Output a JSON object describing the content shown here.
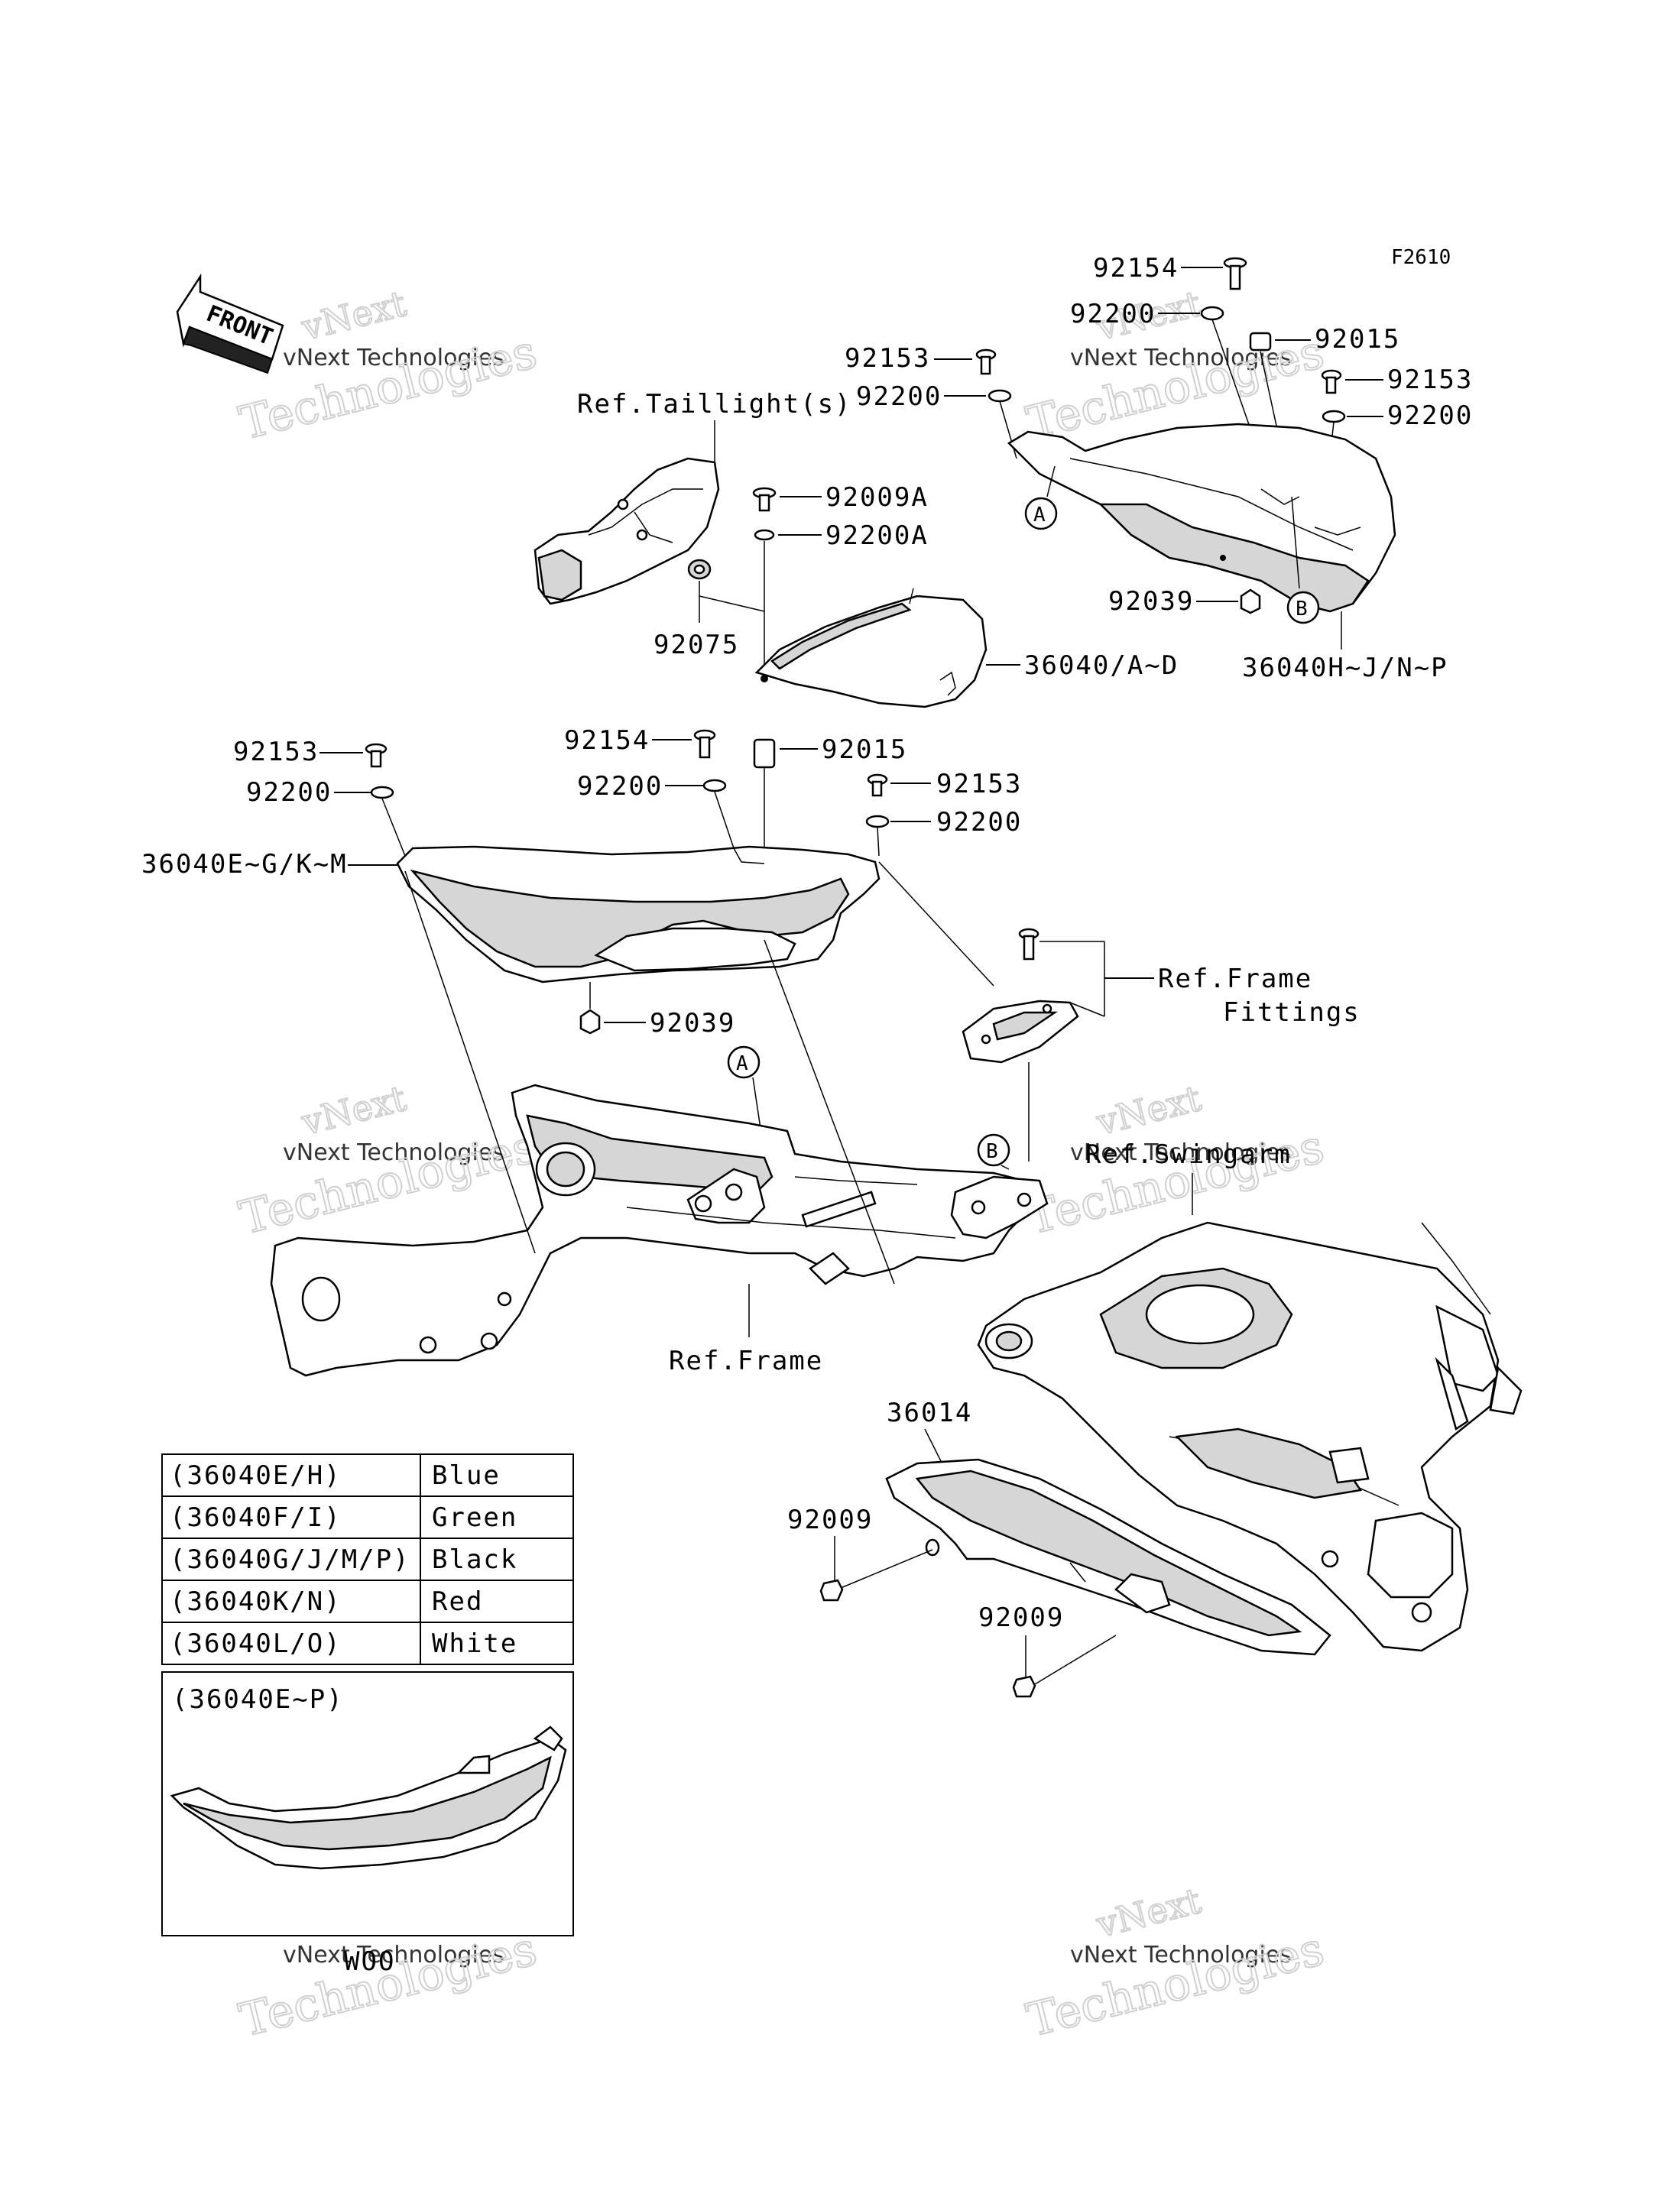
{
  "diagram": {
    "code": "F2610",
    "front_label": "FRONT",
    "callouts": {
      "a": "A",
      "b": "B"
    },
    "labels": {
      "p92154_top": "92154",
      "p92200_top": "92200",
      "p92015_top": "92015",
      "p92153_tl": "92153",
      "p92200_tl": "92200",
      "p92153_tr": "92153",
      "p92200_tr": "92200",
      "ref_taillight": "Ref.Taillight(s)",
      "p92009a": "92009A",
      "p92200a": "92200A",
      "p92075": "92075",
      "p36040ad": "36040/A~D",
      "p92039_r": "92039",
      "p36040hp": "36040H~J/N~P",
      "p92153_l": "92153",
      "p92200_l": "92200",
      "p92154_m": "92154",
      "p92015_m": "92015",
      "p92200_m": "92200",
      "p92153_m": "92153",
      "p92200_m2": "92200",
      "p36040em": "36040E~G/K~M",
      "ref_frame_fittings_1": "Ref.Frame",
      "ref_frame_fittings_2": "Fittings",
      "p92039_l": "92039",
      "ref_swingarm": "Ref.Swingarm",
      "ref_frame": "Ref.Frame",
      "p36014": "36014",
      "p92009_l": "92009",
      "p92009_r": "92009"
    }
  },
  "color_table": {
    "rows": [
      {
        "code": "(36040E/H)",
        "color": "Blue"
      },
      {
        "code": "(36040F/I)",
        "color": "Green"
      },
      {
        "code": "(36040G/J/M/P)",
        "color": "Black"
      },
      {
        "code": "(36040K/N)",
        "color": "Red"
      },
      {
        "code": "(36040L/O)",
        "color": "White"
      }
    ],
    "inset_code": "(36040E~P)",
    "inset_caption": "WOO"
  },
  "watermark": {
    "line1": "vNext",
    "line2": "vNext Technologies",
    "line3": "Technologies"
  }
}
